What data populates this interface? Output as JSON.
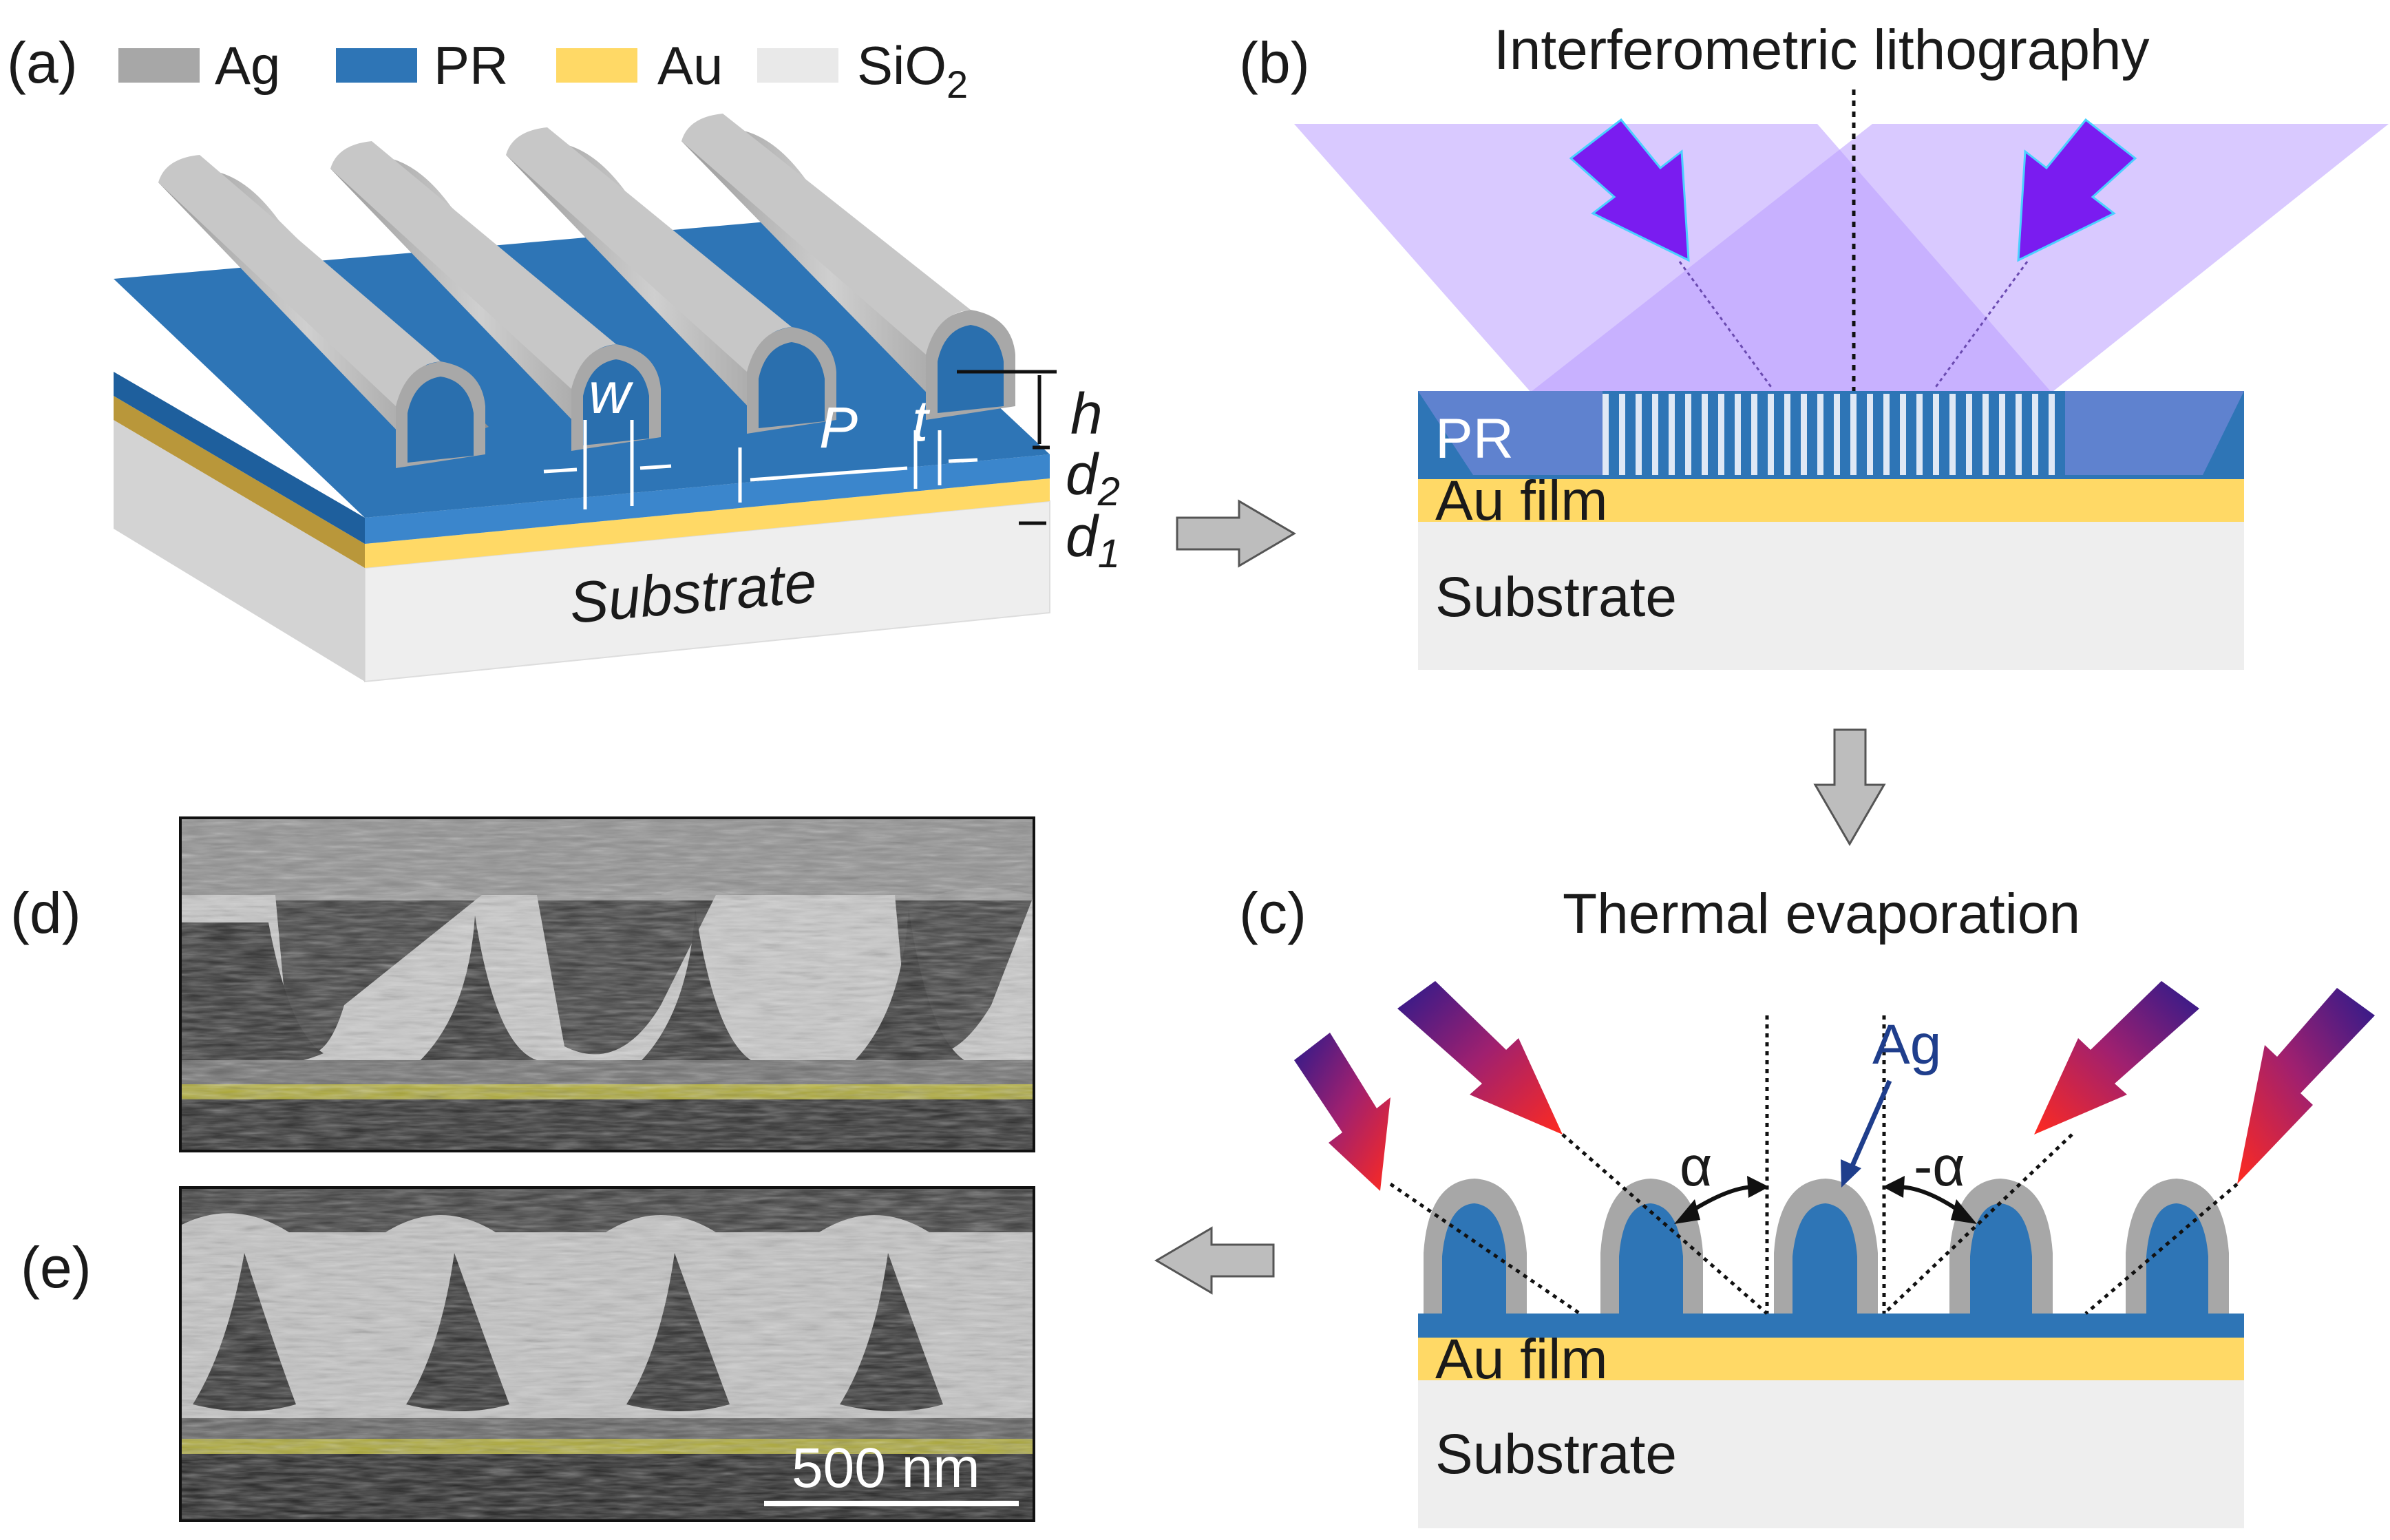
{
  "colors": {
    "ag": "#a7a7a7",
    "pr": "#2e75b6",
    "au": "#ffd966",
    "sio2": "#e9e9e9",
    "light_beam": "#b99cff",
    "arrow_purple": "#7a1cf0",
    "sem_bg": "#2c2c2c",
    "sem_au_tint": "#c9c434"
  },
  "legend": [
    {
      "label": "Ag",
      "color": "#a7a7a7"
    },
    {
      "label": "PR",
      "color": "#2e75b6"
    },
    {
      "label": "Au",
      "color": "#ffd966"
    },
    {
      "label": "SiO",
      "sub": "2",
      "color": "#e9e9e9"
    }
  ],
  "panel_a": {
    "label": "(a)",
    "substrate": "Substrate",
    "dims": {
      "w": "w",
      "p": "P",
      "t": "t",
      "h": "h",
      "d2": "d",
      "d2_sub": "2",
      "d1": "d",
      "d1_sub": "1"
    }
  },
  "panel_b": {
    "label": "(b)",
    "title": "Interferometric lithography",
    "pr": "PR",
    "au": "Au film",
    "substrate": "Substrate"
  },
  "panel_c": {
    "label": "(c)",
    "title": "Thermal evaporation",
    "ag": "Ag",
    "alpha": "α",
    "neg_alpha": "-α",
    "au": "Au film",
    "substrate": "Substrate"
  },
  "panel_d": {
    "label": "(d)"
  },
  "panel_e": {
    "label": "(e)",
    "scalebar": "500 nm"
  },
  "flow_arrows": [
    "arrow-right",
    "arrow-down",
    "arrow-left"
  ]
}
